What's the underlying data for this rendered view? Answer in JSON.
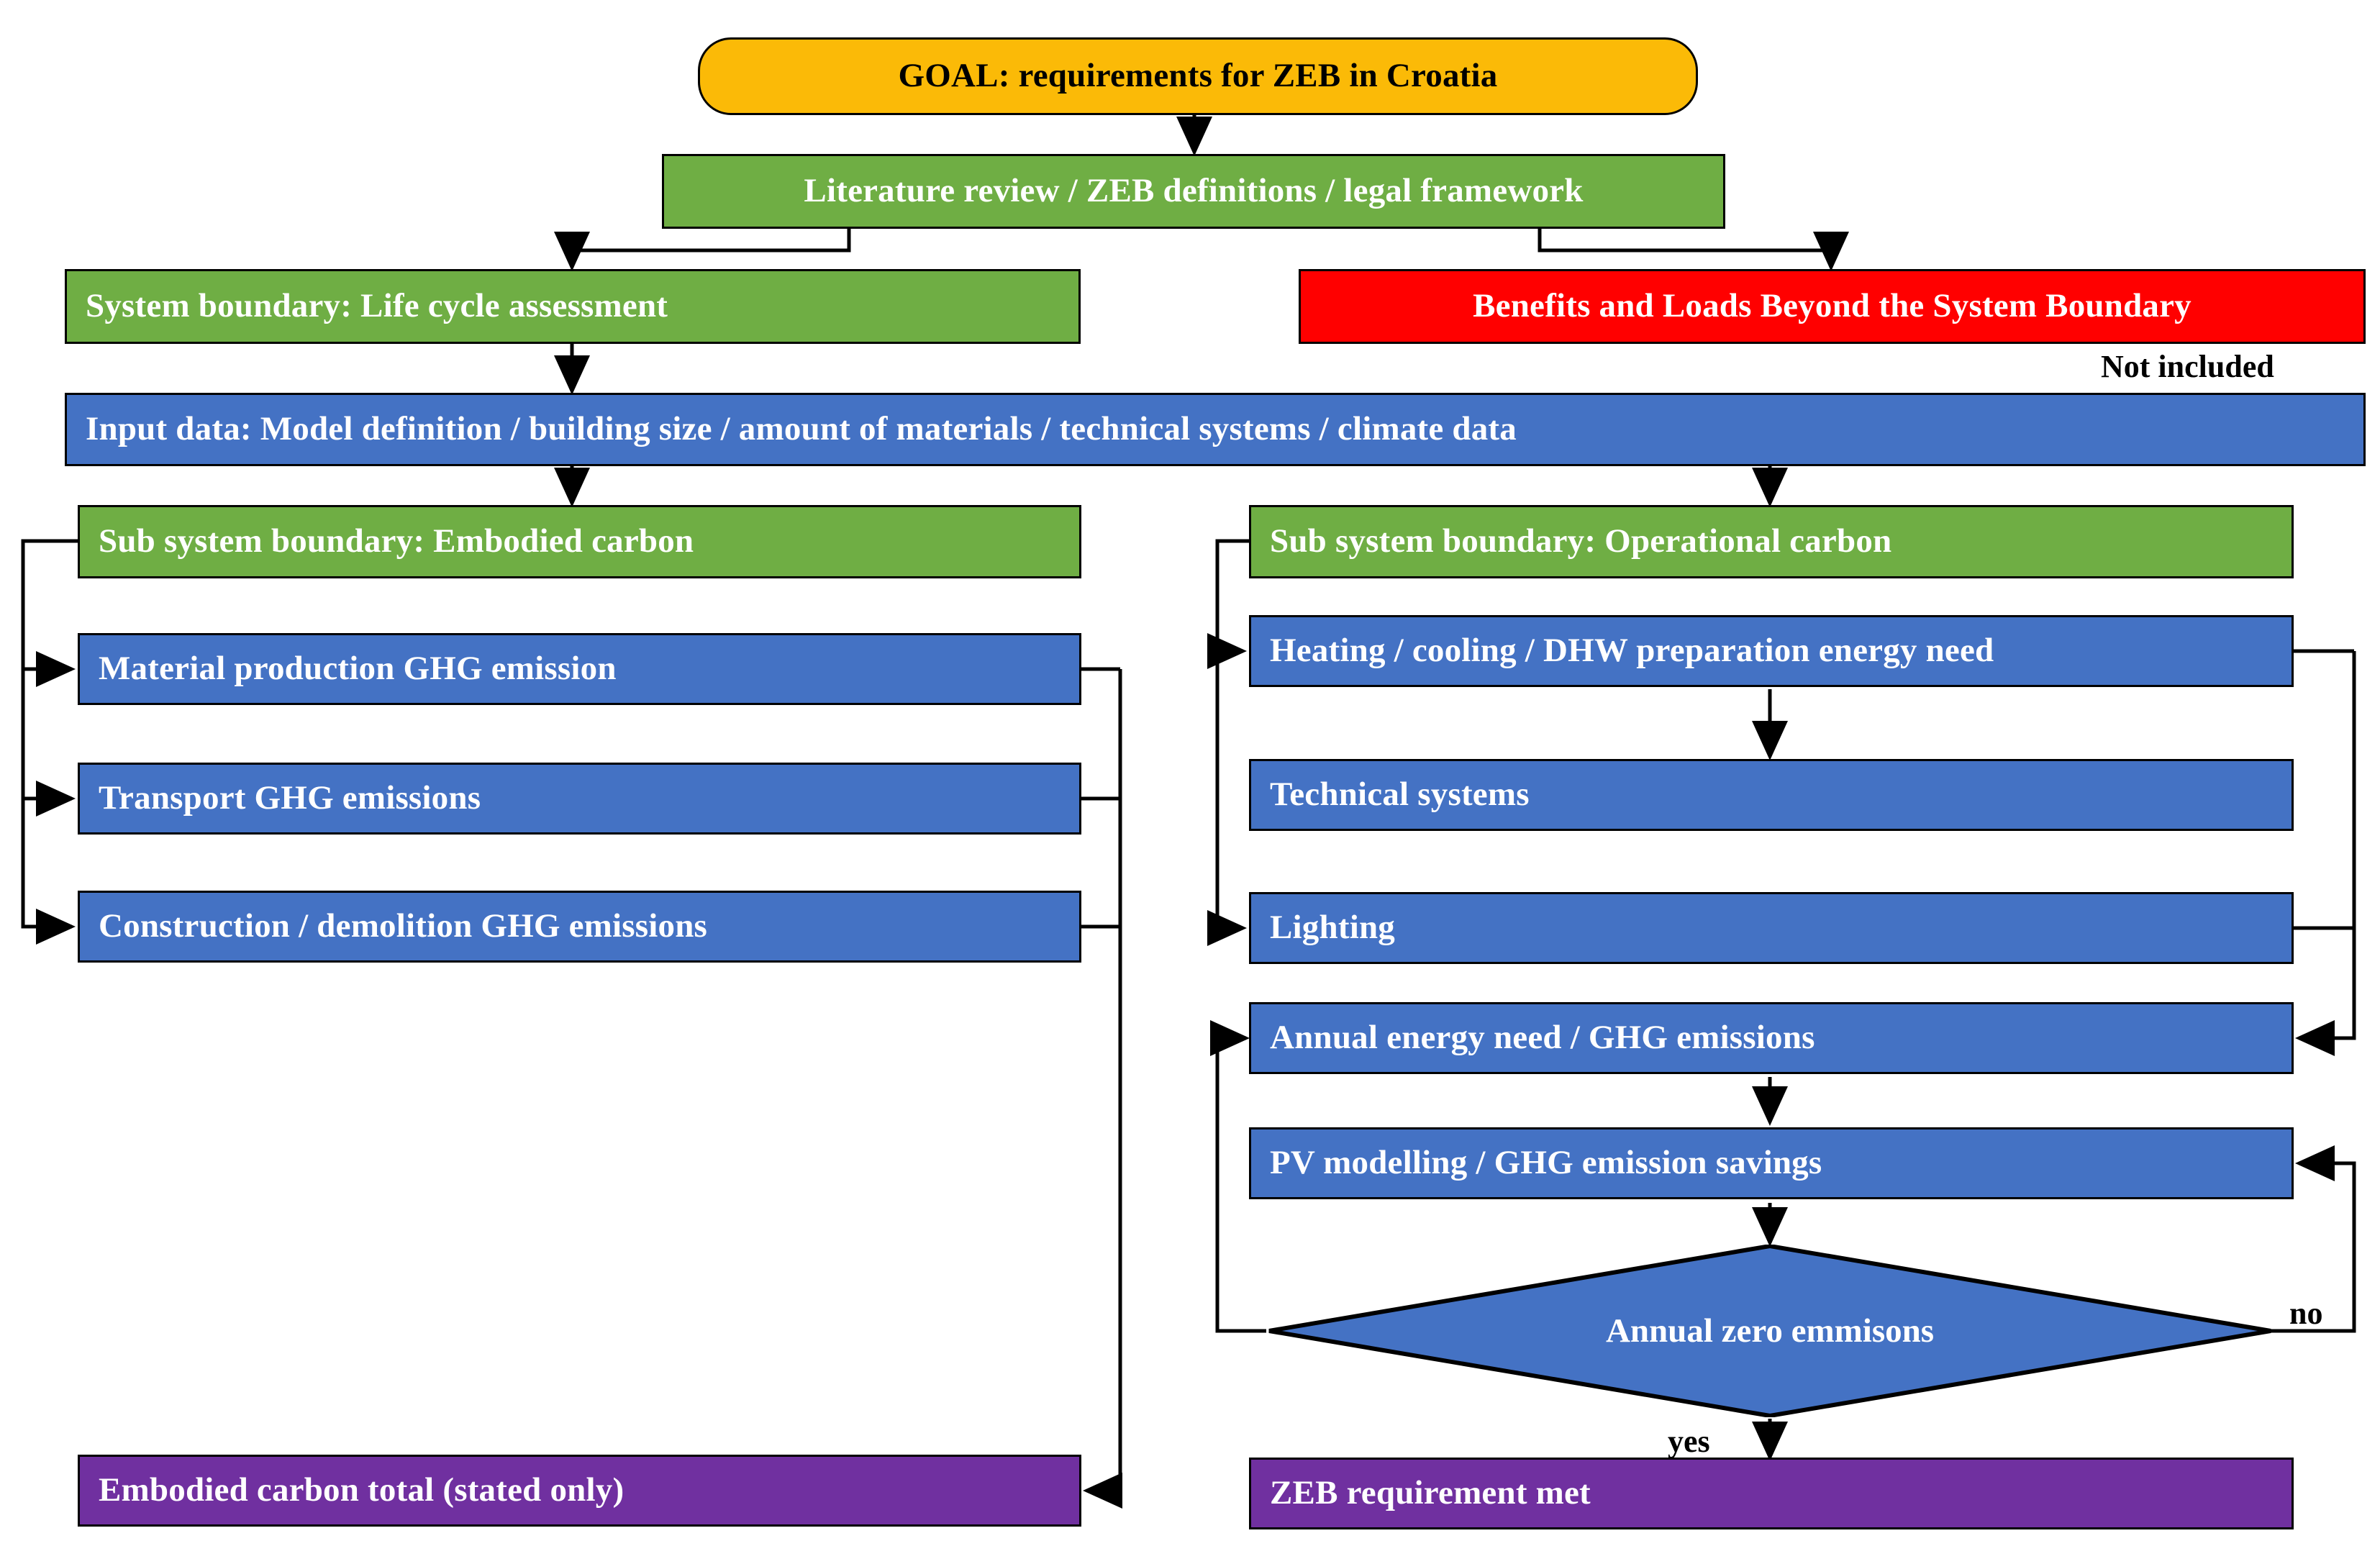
{
  "diagram": {
    "title_text": "ZEB requirements methodology flowchart",
    "colors": {
      "goal_amber": "#FBBA07",
      "green": "#6FAE44",
      "blue": "#4472C4",
      "red": "#FF0000",
      "purple": "#7030A0",
      "stroke": "#000000",
      "text_on_fill": "#FFFFFF",
      "text_dark": "#000000",
      "background": "#FFFFFF"
    },
    "nodes": {
      "goal": "GOAL: requirements for ZEB in Croatia",
      "literature": "Literature review / ZEB definitions / legal framework",
      "system_boundary_lca": "System boundary: Life cycle assessment",
      "benefits_loads": "Benefits and Loads Beyond the System Boundary",
      "not_included": "Not included",
      "input_data": "Input data: Model definition / building size / amount of materials / technical systems / climate data",
      "sub_embodied": "Sub system boundary: Embodied carbon",
      "sub_operational": "Sub system boundary: Operational carbon",
      "material_production": "Material production GHG emission",
      "transport": "Transport GHG emissions",
      "construction_demolition": "Construction / demolition GHG emissions",
      "heating_cooling_dhw": "Heating / cooling / DHW preparation energy need",
      "technical_systems": "Technical systems",
      "lighting": "Lighting",
      "annual_energy_need": "Annual energy need / GHG emissions",
      "pv_modelling": "PV modelling / GHG emission savings",
      "decision_annual_zero": "Annual zero emmisons",
      "embodied_total": "Embodied carbon total (stated only)",
      "zeb_met": "ZEB requirement met"
    },
    "edge_labels": {
      "yes": "yes",
      "no": "no"
    }
  }
}
